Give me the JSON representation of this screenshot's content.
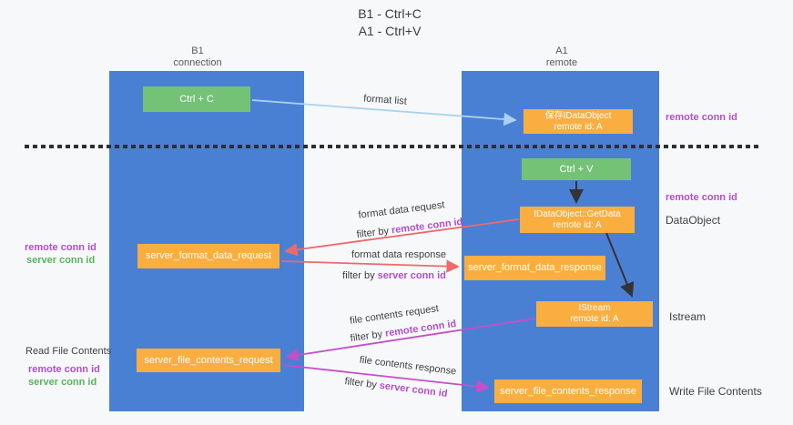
{
  "title": {
    "line1": "B1 - Ctrl+C",
    "line2": "A1 - Ctrl+V"
  },
  "lanes": [
    {
      "header_line1": "B1",
      "header_line2": "connection"
    },
    {
      "header_line1": "A1",
      "header_line2": "remote"
    }
  ],
  "nodes": {
    "ctrl_c": {
      "label": "Ctrl + C"
    },
    "save_idataobject": {
      "line1": "保存IDataObject",
      "line2": "remote id: A"
    },
    "ctrl_v": {
      "label": "Ctrl + V"
    },
    "getdata": {
      "line1": "IDataObject::GetData",
      "line2": "remote id: A"
    },
    "format_request": {
      "label": "server_format_data_request"
    },
    "format_response": {
      "label": "server_format_data_response"
    },
    "istream": {
      "line1": "IStream",
      "line2": "remote id: A"
    },
    "file_request": {
      "label": "server_file_contents_request"
    },
    "file_response": {
      "label": "server_file_contents_response"
    }
  },
  "flow_labels": {
    "format_list": "format list",
    "format_data_request": "format data request",
    "filter_remote_1": {
      "prefix": "filter by ",
      "highlight": "remote conn id"
    },
    "format_data_response": "format data response",
    "filter_server_1": {
      "prefix": "filter by ",
      "highlight": "server conn id"
    },
    "file_contents_request": "file contents request",
    "filter_remote_2": {
      "prefix": "filter by ",
      "highlight": "remote conn id"
    },
    "file_contents_response": "file contents response",
    "filter_server_2": {
      "prefix": "filter by ",
      "highlight": "server conn id"
    }
  },
  "side_labels": {
    "right": [
      {
        "text": "remote conn id"
      },
      {
        "text": "remote conn id"
      },
      {
        "text": "DataObject"
      },
      {
        "text": "Istream"
      },
      {
        "text": "Write File Contents"
      }
    ],
    "left": [
      {
        "text": "remote conn id"
      },
      {
        "text": "server conn id"
      },
      {
        "text": "Read File Contents"
      },
      {
        "text": "remote conn id"
      },
      {
        "text": "server conn id"
      }
    ]
  },
  "colors": {
    "background": "#f7f8fa",
    "lane_blue": "#4a80d4",
    "node_orange": "#f9ae3f",
    "node_green": "#74c276",
    "text_purple": "#b14fc8",
    "text_green": "#58b35c",
    "arrow_light_blue": "#a8d3f0",
    "arrow_red": "#ed6a6a",
    "arrow_magenta": "#c44fc8",
    "arrow_black": "#333333"
  }
}
